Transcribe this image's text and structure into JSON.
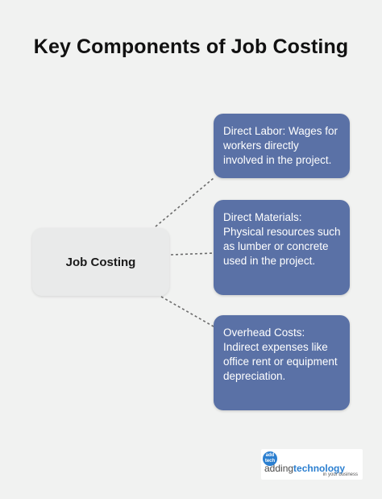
{
  "title": "Key Components of Job Costing",
  "center": {
    "label": "Job Costing"
  },
  "components": [
    {
      "text": "Direct Labor: Wages for workers directly involved in the project."
    },
    {
      "text": "Direct Materials: Physical resources such as lumber or concrete used in the project."
    },
    {
      "text": "Overhead Costs: Indirect expenses like office rent or equipment depreciation."
    }
  ],
  "logo": {
    "badge_line1": "add",
    "badge_line2": "tech",
    "word1": "adding",
    "word2": "technology",
    "tagline": "in your business"
  },
  "colors": {
    "background": "#f1f2f1",
    "center_box": "#e9eaea",
    "component_box": "#5a71a6",
    "connector": "#6b6b6b",
    "logo_accent": "#2b7fd0"
  },
  "icons": {
    "logo": "adding-technology-logo"
  }
}
